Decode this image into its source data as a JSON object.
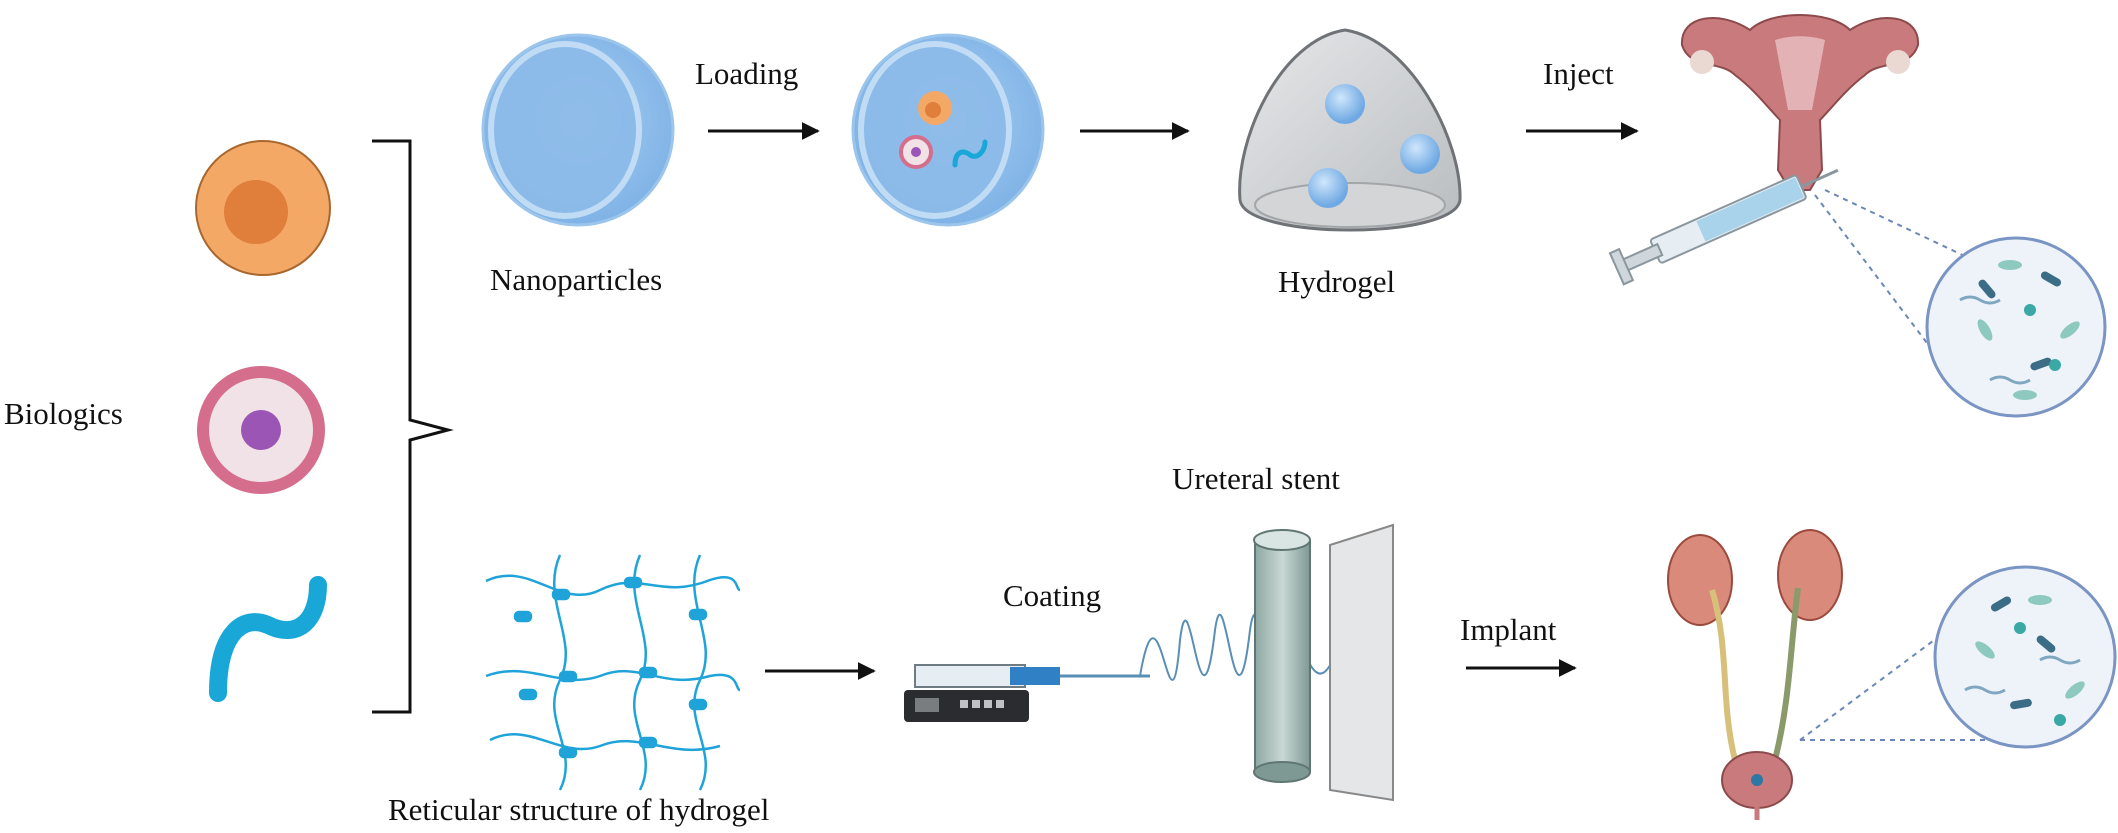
{
  "labels": {
    "biologics": "Biologics",
    "nanoparticles": "Nanoparticles",
    "loading": "Loading",
    "hydrogel": "Hydrogel",
    "inject": "Inject",
    "ureteral_stent": "Ureteral stent",
    "coating": "Coating",
    "implant": "Implant",
    "reticular_structure": "Reticular structure of hydrogel"
  },
  "colors": {
    "cell_orange": "#f4a866",
    "cell_orange_nucleus": "#e07e3c",
    "cell_pink_ring": "#d46e8c",
    "cell_pink_fill": "#f1e2e8",
    "cell_pink_nucleus": "#9a55b5",
    "biologic_strand": "#18a7d6",
    "nanoparticle_blue": "#8ec0ee",
    "hydrogel_grey": "#c9cbcd",
    "arrow": "#111111",
    "organ_red": "#c97a7c",
    "bacteria_teal": "#3aa8a5"
  }
}
